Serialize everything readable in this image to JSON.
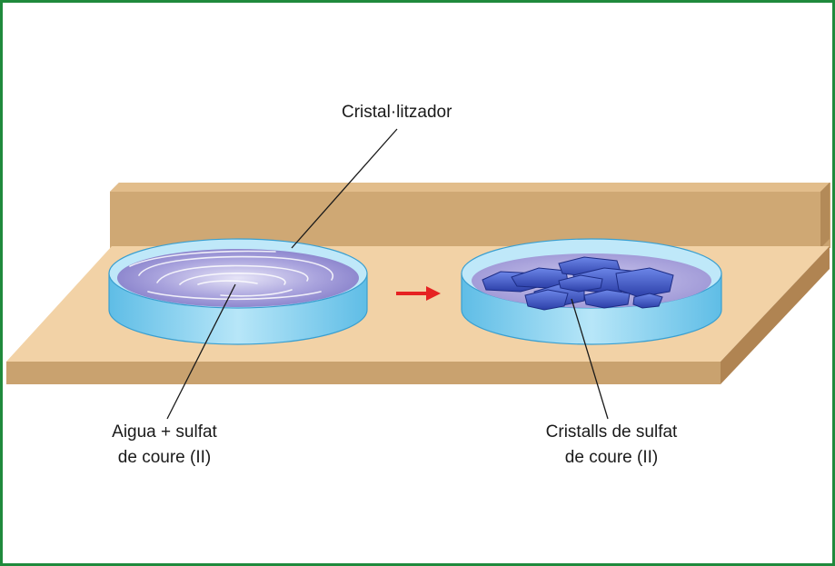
{
  "labels": {
    "crystallizer": "Cristal·litzador",
    "left_solution": [
      "Aigua + sulfat",
      "de coure (II)"
    ],
    "right_crystals": [
      "Cristalls de sulfat",
      "de coure (II)"
    ]
  },
  "colors": {
    "frame": "#1f8a3c",
    "arrow": "#e62222",
    "board_top": "#f2d2a6",
    "board_side": "#c9a26f",
    "dish_glass": "#8fd4f2",
    "solution": "#9b95d6",
    "crystal": "#3f58c4"
  }
}
